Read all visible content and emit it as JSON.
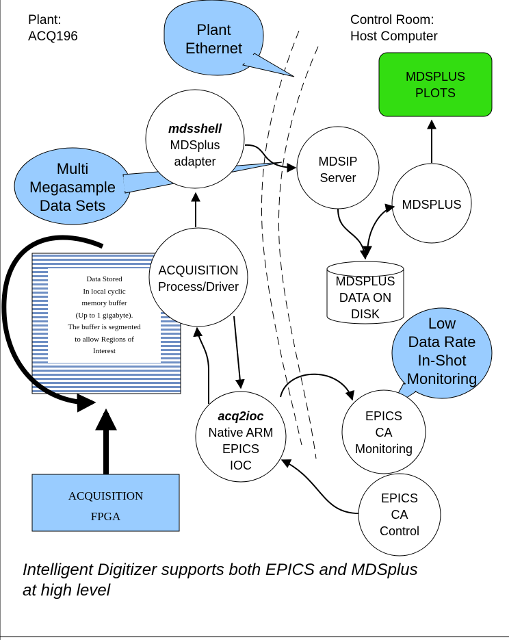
{
  "header": {
    "plant": [
      "Plant:",
      "ACQ196"
    ],
    "control_room": [
      "Control Room:",
      "Host Computer"
    ]
  },
  "callouts": {
    "plant_ethernet": [
      "Plant",
      "Ethernet"
    ],
    "multi_megasample": [
      "Multi",
      "Megasample",
      "Data Sets"
    ],
    "low_data_rate": [
      "Low",
      "Data Rate",
      "In-Shot",
      "Monitoring"
    ]
  },
  "nodes": {
    "mdsshell": {
      "title": "mdsshell",
      "lines": [
        "MDSplus",
        "adapter"
      ]
    },
    "acquisition_process": {
      "lines": [
        "ACQUISITION",
        "Process/Driver"
      ]
    },
    "acq2ioc": {
      "title": "acq2ioc",
      "lines": [
        "Native ARM",
        "EPICS",
        "IOC"
      ]
    },
    "mdsip_server": {
      "lines": [
        "MDSIP",
        "Server"
      ]
    },
    "mdsplus": {
      "lines": [
        "MDSPLUS"
      ]
    },
    "mdsplus_plots": {
      "lines": [
        "MDSPLUS",
        "PLOTS"
      ]
    },
    "mdsplus_disk": {
      "lines": [
        "MDSPLUS",
        "DATA ON",
        "DISK"
      ]
    },
    "epics_ca_monitoring": {
      "lines": [
        "EPICS",
        "CA",
        "Monitoring"
      ]
    },
    "epics_ca_control": {
      "lines": [
        "EPICS",
        "CA",
        "Control"
      ]
    }
  },
  "memory_buffer": {
    "lines": [
      "Data Stored",
      "In local cyclic",
      "memory buffer",
      "(Up to 1 gigabyte).",
      "The buffer is segmented",
      "to allow Regions of",
      "Interest"
    ]
  },
  "fpga": {
    "lines": [
      "ACQUISITION",
      "FPGA"
    ]
  },
  "caption": [
    "Intelligent Digitizer supports both EPICS and MDSplus",
    "at high level"
  ],
  "colors": {
    "callout_fill": "#99ccff",
    "plots_fill": "#33dd11",
    "fpga_fill": "#99ccff",
    "buffer_stripes": "#5577aa"
  }
}
